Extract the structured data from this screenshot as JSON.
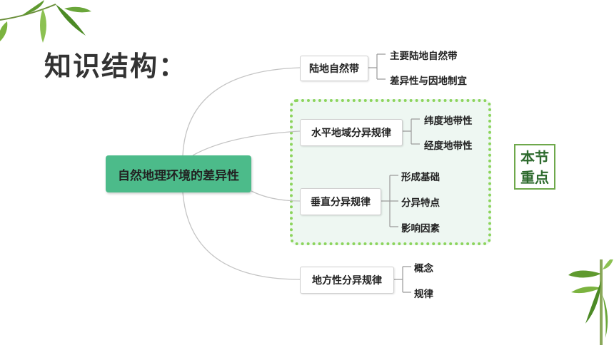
{
  "title": "知识结构：",
  "root": "自然地理环境的差异性",
  "branches": [
    {
      "label": "陆地自然带",
      "children": [
        "主要陆地自然带",
        "差异性与因地制宜"
      ]
    },
    {
      "label": "水平地域分异规律",
      "children": [
        "纬度地带性",
        "经度地带性"
      ]
    },
    {
      "label": "垂直分异规律",
      "children": [
        "形成基础",
        "分异特点",
        "影响因素"
      ]
    },
    {
      "label": "地方性分异规律",
      "children": [
        "概念",
        "规律"
      ]
    }
  ],
  "key_note": {
    "line1": "本节",
    "line2": "重点"
  },
  "colors": {
    "root": "#4cbb8a",
    "focus_border": "#8cd45c",
    "focus_fill": "#eef7f2",
    "key_text": "#2d6a2d"
  },
  "decorations": [
    "bamboo-leaves-top-left",
    "bamboo-leaves-bottom-right"
  ]
}
